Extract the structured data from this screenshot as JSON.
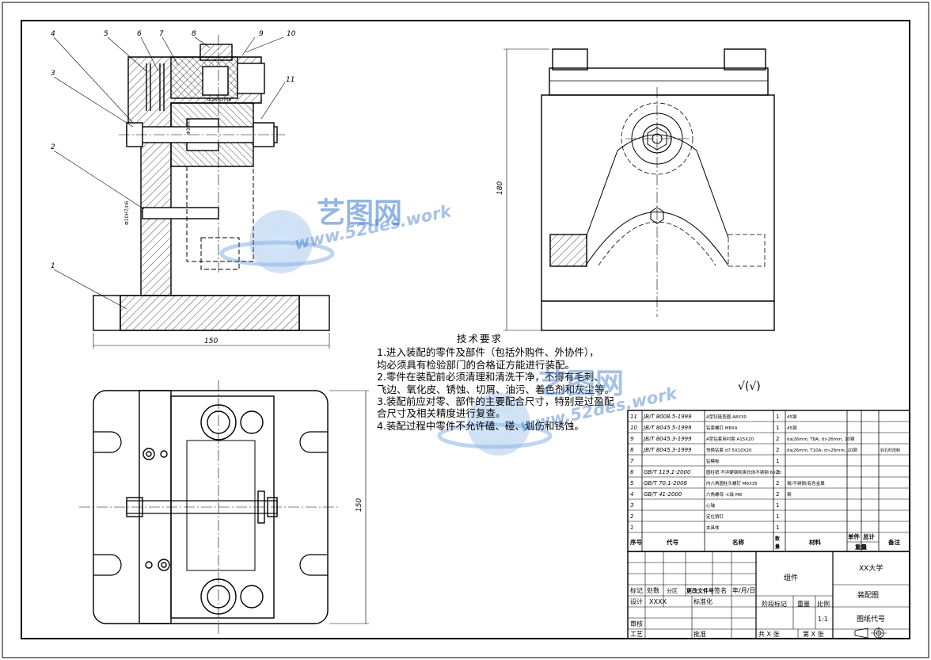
{
  "tech_requirements": {
    "title": "技术要求",
    "lines": [
      "1.进入装配的零件及部件（包括外购件、外协件），",
      "均必须具有检验部门的合格证方能进行装配。",
      "2.零件在装配前必须清理和清洗干净，不得有毛刺、",
      "飞边、氧化皮、锈蚀、切屑、油污、着色剂和灰尘等。",
      "3.装配前应对零、部件的主要配合尺寸，特别是过盈配",
      "合尺寸及相关精度进行复查。",
      "4.装配过程中零件不允许磕、碰、划伤和锈蚀。"
    ]
  },
  "roughness": "√(√)",
  "callouts": [
    "4",
    "5",
    "6",
    "7",
    "8",
    "9",
    "10",
    "3",
    "11",
    "2",
    "1"
  ],
  "dimensions": {
    "front_width": "150",
    "side_height": "180",
    "top_height": "150",
    "fit_top": "Φ26H7/n6",
    "fit_bore": "Φ30H7",
    "fit_pin": "Φ10H7/n6"
  },
  "watermark": {
    "brand": "艺图网",
    "url": "www.52des.work"
  },
  "bom": {
    "rows": [
      {
        "no": "11",
        "code": "JB/T 8008.5-1999",
        "name": "A型铰链垫圈 A8X30",
        "qty": "1",
        "material": "45钢",
        "note": ""
      },
      {
        "no": "10",
        "code": "JB/T 8045.5-1999",
        "name": "钻套螺钉 M8X4",
        "qty": "1",
        "material": "45钢",
        "note": ""
      },
      {
        "no": "9",
        "code": "JB/T 8045.3-1999",
        "name": "A型钻套用衬套 A15X20",
        "qty": "2",
        "material": "d≤26mm, T8A; d>26mm, 20钢",
        "note": ""
      },
      {
        "no": "8",
        "code": "JB/T 8045.3-1999",
        "name": "快换钻套 d7.5X10X20",
        "qty": "2",
        "material": "d≤26mm, T10A; d>26mm, 20钢",
        "note": "铰孔时改制"
      },
      {
        "no": "7",
        "code": "",
        "name": "钻模板",
        "qty": "1",
        "material": "",
        "note": ""
      },
      {
        "no": "6",
        "code": "GB/T 119.1-2000",
        "name": "圆柱销 不淬硬钢和奥氏体不锈钢 6X20",
        "qty": "2",
        "material": "",
        "note": ""
      },
      {
        "no": "5",
        "code": "GB/T 70.1-2008",
        "name": "内六角圆柱头螺钉 M6X35",
        "qty": "2",
        "material": "钢/不锈钢/有色金属",
        "note": ""
      },
      {
        "no": "4",
        "code": "GB/T 41-2000",
        "name": "六角螺母 -C级 M8",
        "qty": "2",
        "material": "钢",
        "note": ""
      },
      {
        "no": "3",
        "code": "",
        "name": "心轴",
        "qty": "1",
        "material": "",
        "note": ""
      },
      {
        "no": "2",
        "code": "",
        "name": "定位销钉",
        "qty": "1",
        "material": "",
        "note": ""
      },
      {
        "no": "1",
        "code": "",
        "name": "夹具体",
        "qty": "1",
        "material": "",
        "note": ""
      }
    ],
    "header": {
      "no": "序号",
      "code": "代号",
      "name": "名称",
      "qty": "数量",
      "material": "材料",
      "unit": "单件",
      "total": "总计",
      "weight": "重量",
      "note": "备注"
    }
  },
  "title_block": {
    "assembly": "组件",
    "school": "XX大学",
    "drawing_name": "装配图",
    "drawing_code": "图纸代号",
    "mark": "标记",
    "count": "处数",
    "zone": "分区",
    "change_doc": "更改文件号",
    "sign": "签名",
    "date": "年/月/日",
    "design": "设计",
    "designer": "XXXX",
    "standardize": "标准化",
    "stage": "阶段标记",
    "weight": "重量",
    "scale": "比例",
    "scale_value": "1:1",
    "review": "审核",
    "process": "工艺",
    "approve": "批准",
    "total_sheets": "共 X 张",
    "sheet_no": "第 X 张"
  }
}
